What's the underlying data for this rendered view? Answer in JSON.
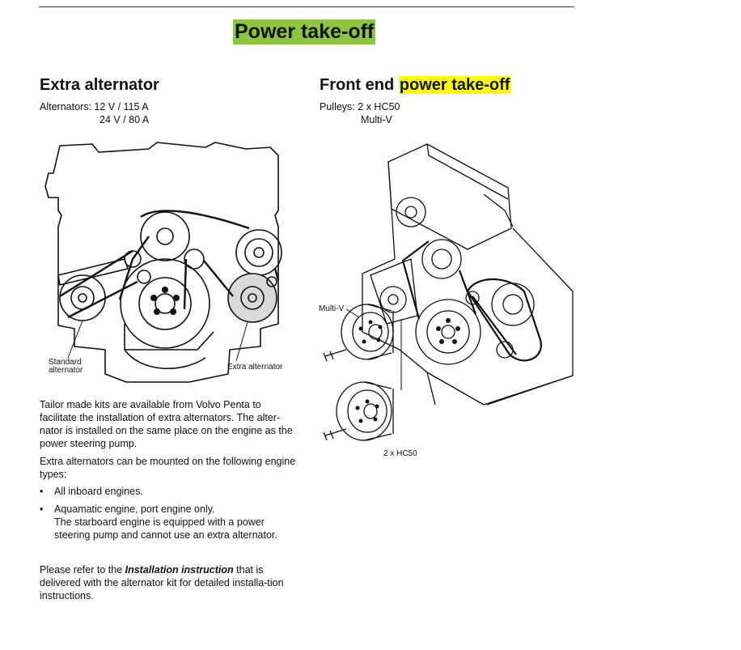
{
  "page": {
    "title": "Power take-off"
  },
  "left": {
    "heading": "Extra alternator",
    "spec_label": "Alternators:",
    "spec_line1": "12 V / 115 A",
    "spec_line2": "24 V / 80 A",
    "diagram": {
      "label_standard_line1": "Standard",
      "label_standard_line2": "alternator",
      "label_extra": "Extra alternator"
    },
    "para1": "Tailor made kits are available from Volvo Penta to facilitate the installation of extra alternators. The alter-nator is installed on the same place on the engine as the power steering pump.",
    "para2": "Extra alternators can be mounted on the following engine types:",
    "bullets": [
      {
        "marker": "•",
        "text": "All inboard engines."
      },
      {
        "marker": "•",
        "text_line1": "Aquamatic engine, port engine  only.",
        "text_line2": "The starboard engine is equipped with a power steering pump and cannot use an extra alternator."
      }
    ],
    "para3_before": "Please refer to the ",
    "para3_em": "Installation instruction",
    "para3_after": " that is delivered with the alternator kit for detailed installa-tion instructions."
  },
  "right": {
    "heading_plain": "Front end ",
    "heading_hl": "power take-off",
    "spec_label": "Pulleys:",
    "spec_line1": "2 x HC50",
    "spec_line2": "Multi-V",
    "diagram": {
      "label_multiv": "Multi-V",
      "label_hc50": "2 x HC50"
    }
  },
  "colors": {
    "title_highlight": "#8cc63f",
    "heading_highlight": "#ffff00"
  }
}
